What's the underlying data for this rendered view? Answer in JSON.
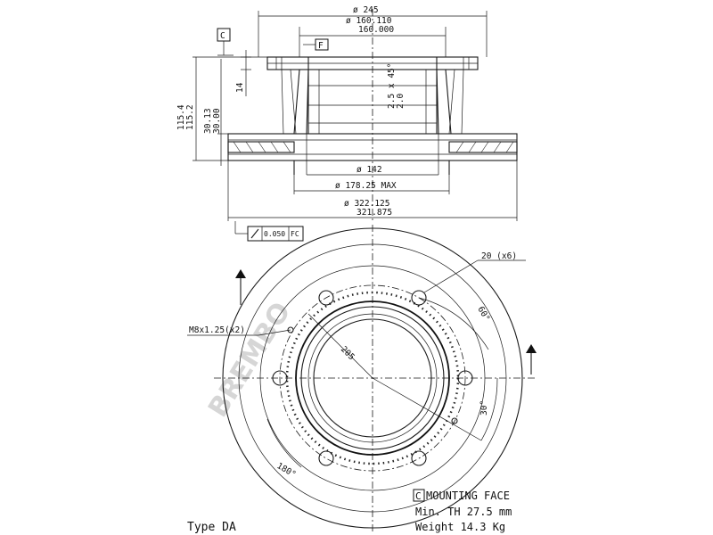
{
  "dimensions": {
    "dia_245": "ø 245",
    "dia_160_upper": "ø 160.110",
    "dia_160_lower": "160.000",
    "chamfer_upper": "2.5 x 45°",
    "chamfer_lower": "2.0",
    "height_14": "14",
    "height_115_upper": "115.4",
    "height_115_lower": "115.2",
    "thick_30_upper": "30.13",
    "thick_30_lower": "30.00",
    "dia_142": "ø 142",
    "dia_178": "ø 178.25 MAX",
    "dia_322_upper": "ø 322.125",
    "dia_322_lower": "321.875",
    "runout_value": "0.050",
    "runout_ref": "FC",
    "hole_20": "20 (x6)",
    "angle_60": "60°",
    "thread": "M8x1.25(x2)",
    "pcd_205": "205",
    "angle_30": "30°",
    "angle_180": "180°"
  },
  "datum_labels": {
    "c": "C",
    "f": "F"
  },
  "notes": {
    "mounting_face_letter": "C",
    "mounting_face_label": "MOUNTING FACE",
    "min_th": "Min. TH 27.5 mm",
    "weight": "Weight 14.3 Kg",
    "type": "Type DA"
  },
  "watermark": "BREMBO"
}
